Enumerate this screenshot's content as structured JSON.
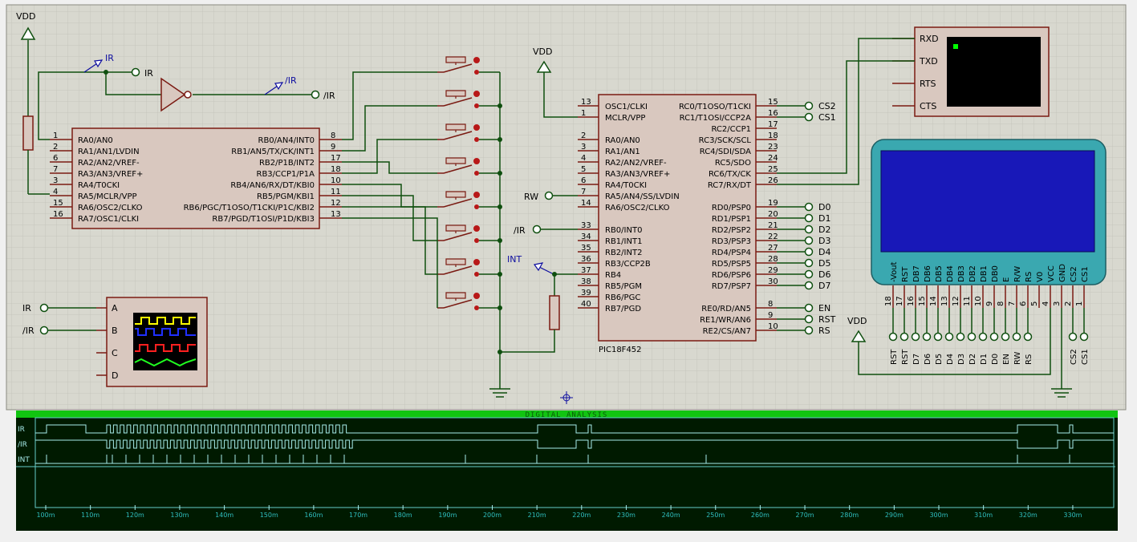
{
  "colors": {
    "grid_bg": "#d8d8cf",
    "grid_line": "#c4c4ba",
    "body_fill": "#d9c8bf",
    "outline": "#7a1a12",
    "wire": "#0f4f0f",
    "pin_red": "#7a1a12",
    "label_blue": "#0d0d9f",
    "analyzer_bg": "#001a00",
    "analyzer_trace": "#a8ecec",
    "analyzer_bar": "#11c411",
    "lcd_bezel": "#3aa8b0",
    "lcd_screen": "#1818b8",
    "terminal_screen": "#000000",
    "terminal_dot": "#00ff00"
  },
  "power": {
    "vdd_left": "VDD",
    "vdd_mid": "VDD",
    "vdd_right": "VDD"
  },
  "ir_probe": {
    "ir": "IR",
    "nir": "/IR",
    "ir_terminal": "IR",
    "nir_terminal": "/IR"
  },
  "chip1": {
    "left_pins": [
      {
        "num": "1",
        "label": "RA0/AN0"
      },
      {
        "num": "2",
        "label": "RA1/AN1/LVDIN"
      },
      {
        "num": "6",
        "label": "RA2/AN2/VREF-"
      },
      {
        "num": "7",
        "label": "RA3/AN3/VREF+"
      },
      {
        "num": "3",
        "label": "RA4/T0CKI"
      },
      {
        "num": "4",
        "label": "RA5/MCLR/VPP"
      },
      {
        "num": "15",
        "label": "RA6/OSC2/CLKO"
      },
      {
        "num": "16",
        "label": "RA7/OSC1/CLKI"
      }
    ],
    "right_pins": [
      {
        "num": "8",
        "label": "RB0/AN4/INT0"
      },
      {
        "num": "9",
        "label": "RB1/AN5/TX/CK/INT1"
      },
      {
        "num": "17",
        "label": "RB2/P1B/INT2"
      },
      {
        "num": "18",
        "label": "RB3/CCP1/P1A"
      },
      {
        "num": "10",
        "label": "RB4/AN6/RX/DT/KBI0"
      },
      {
        "num": "11",
        "label": "RB5/PGM/KBI1"
      },
      {
        "num": "12",
        "label": "RB6/PGC/T1OSO/T1CKI/P1C/KBI2"
      },
      {
        "num": "13",
        "label": "RB7/PGD/T1OSI/P1D/KBI3"
      }
    ]
  },
  "chip2": {
    "name": "PIC18F452",
    "left_pins": [
      {
        "num": "13",
        "label": "OSC1/CLKI"
      },
      {
        "num": "1",
        "label": "MCLR/VPP"
      },
      {
        "num": "2",
        "label": "RA0/AN0"
      },
      {
        "num": "3",
        "label": "RA1/AN1"
      },
      {
        "num": "4",
        "label": "RA2/AN2/VREF-"
      },
      {
        "num": "5",
        "label": "RA3/AN3/VREF+"
      },
      {
        "num": "6",
        "label": "RA4/T0CKI"
      },
      {
        "num": "7",
        "label": "RA5/AN4/SS/LVDIN"
      },
      {
        "num": "14",
        "label": "RA6/OSC2/CLKO"
      },
      {
        "num": "33",
        "label": "RB0/INT0"
      },
      {
        "num": "34",
        "label": "RB1/INT1"
      },
      {
        "num": "35",
        "label": "RB2/INT2"
      },
      {
        "num": "36",
        "label": "RB3/CCP2B"
      },
      {
        "num": "37",
        "label": "RB4"
      },
      {
        "num": "38",
        "label": "RB5/PGM"
      },
      {
        "num": "39",
        "label": "RB6/PGC"
      },
      {
        "num": "40",
        "label": "RB7/PGD"
      }
    ],
    "right_pins": [
      {
        "num": "15",
        "label": "RC0/T1OSO/T1CKI",
        "net": "CS2"
      },
      {
        "num": "16",
        "label": "RC1/T1OSI/CCP2A",
        "net": "CS1"
      },
      {
        "num": "17",
        "label": "RC2/CCP1",
        "net": ""
      },
      {
        "num": "18",
        "label": "RC3/SCK/SCL",
        "net": ""
      },
      {
        "num": "23",
        "label": "RC4/SDI/SDA",
        "net": ""
      },
      {
        "num": "24",
        "label": "RC5/SDO",
        "net": ""
      },
      {
        "num": "25",
        "label": "RC6/TX/CK",
        "net": ""
      },
      {
        "num": "26",
        "label": "RC7/RX/DT",
        "net": ""
      },
      {
        "num": "19",
        "label": "RD0/PSP0",
        "net": "D0"
      },
      {
        "num": "20",
        "label": "RD1/PSP1",
        "net": "D1"
      },
      {
        "num": "21",
        "label": "RD2/PSP2",
        "net": "D2"
      },
      {
        "num": "22",
        "label": "RD3/PSP3",
        "net": "D3"
      },
      {
        "num": "27",
        "label": "RD4/PSP4",
        "net": "D4"
      },
      {
        "num": "28",
        "label": "RD5/PSP5",
        "net": "D5"
      },
      {
        "num": "29",
        "label": "RD6/PSP6",
        "net": "D6"
      },
      {
        "num": "30",
        "label": "RD7/PSP7",
        "net": "D7"
      },
      {
        "num": "8",
        "label": "RE0/RD/AN5",
        "net": "EN"
      },
      {
        "num": "9",
        "label": "RE1/WR/AN6",
        "net": "RST"
      },
      {
        "num": "10",
        "label": "RE2/CS/AN7",
        "net": "RS"
      }
    ],
    "rw_terminal": "RW",
    "nir_terminal": "/IR",
    "int_probe": "INT"
  },
  "scope": {
    "channels": [
      "A",
      "B",
      "C",
      "D"
    ],
    "inputs": [
      {
        "label": "IR"
      },
      {
        "label": "/IR"
      }
    ]
  },
  "terminal": {
    "pins": [
      "RXD",
      "TXD",
      "RTS",
      "CTS"
    ]
  },
  "lcd": {
    "pins": [
      {
        "num": "18",
        "name": "-Vout",
        "net": "RST"
      },
      {
        "num": "17",
        "name": "RST",
        "net": "RST"
      },
      {
        "num": "16",
        "name": "DB7",
        "net": "D7"
      },
      {
        "num": "15",
        "name": "DB6",
        "net": "D6"
      },
      {
        "num": "14",
        "name": "DB5",
        "net": "D5"
      },
      {
        "num": "13",
        "name": "DB4",
        "net": "D4"
      },
      {
        "num": "12",
        "name": "DB3",
        "net": "D3"
      },
      {
        "num": "11",
        "name": "DB2",
        "net": "D2"
      },
      {
        "num": "10",
        "name": "DB1",
        "net": "D1"
      },
      {
        "num": "9",
        "name": "DB0",
        "net": "D0"
      },
      {
        "num": "8",
        "name": "E",
        "net": "EN"
      },
      {
        "num": "7",
        "name": "R/W",
        "net": "RW"
      },
      {
        "num": "6",
        "name": "RS",
        "net": "RS"
      },
      {
        "num": "5",
        "name": "V0",
        "net": ""
      },
      {
        "num": "4",
        "name": "VCC",
        "net": ""
      },
      {
        "num": "3",
        "name": "GND",
        "net": ""
      },
      {
        "num": "2",
        "name": "CS2",
        "net": "CS2"
      },
      {
        "num": "1",
        "name": "CS1",
        "net": "CS1"
      }
    ]
  },
  "analyzer": {
    "title": "DIGITAL ANALYSIS",
    "channels": [
      "IR",
      "/IR",
      "INT"
    ],
    "time_labels": [
      "100m",
      "110m",
      "120m",
      "130m",
      "140m",
      "150m",
      "160m",
      "170m",
      "180m",
      "190m",
      "200m",
      "210m",
      "220m",
      "230m",
      "240m",
      "250m",
      "260m",
      "270m",
      "280m",
      "290m",
      "300m",
      "310m",
      "320m",
      "330m"
    ]
  }
}
